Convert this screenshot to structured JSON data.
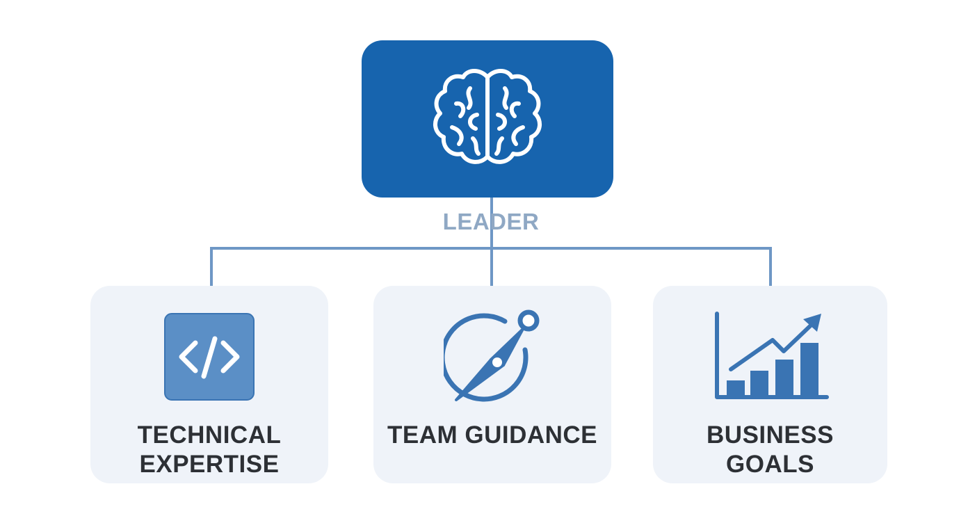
{
  "leader": {
    "label": "LEADER",
    "icon": "brain-icon"
  },
  "cards": [
    {
      "line1": "TECHNICAL",
      "line2": "EXPERTISE",
      "icon": "code-icon"
    },
    {
      "line1": "TEAM GUIDANCE",
      "icon": "compass-icon"
    },
    {
      "line1": "BUSINESS",
      "line2": "GOALS",
      "icon": "growth-chart-icon"
    }
  ],
  "colors": {
    "primary_blue": "#1764ae",
    "connector": "#6e97c5",
    "card_background": "#eff3f9",
    "icon_blue": "#3a74b3",
    "leader_label": "#8fa8c4",
    "card_text": "#2d3035"
  }
}
